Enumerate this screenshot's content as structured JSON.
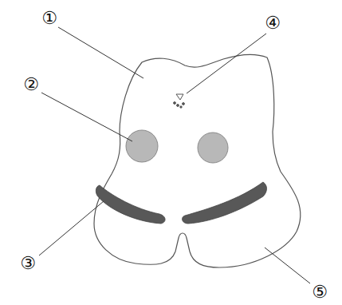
{
  "diagram": {
    "labels": [
      "①",
      "②",
      "③",
      "④",
      "⑤"
    ]
  }
}
